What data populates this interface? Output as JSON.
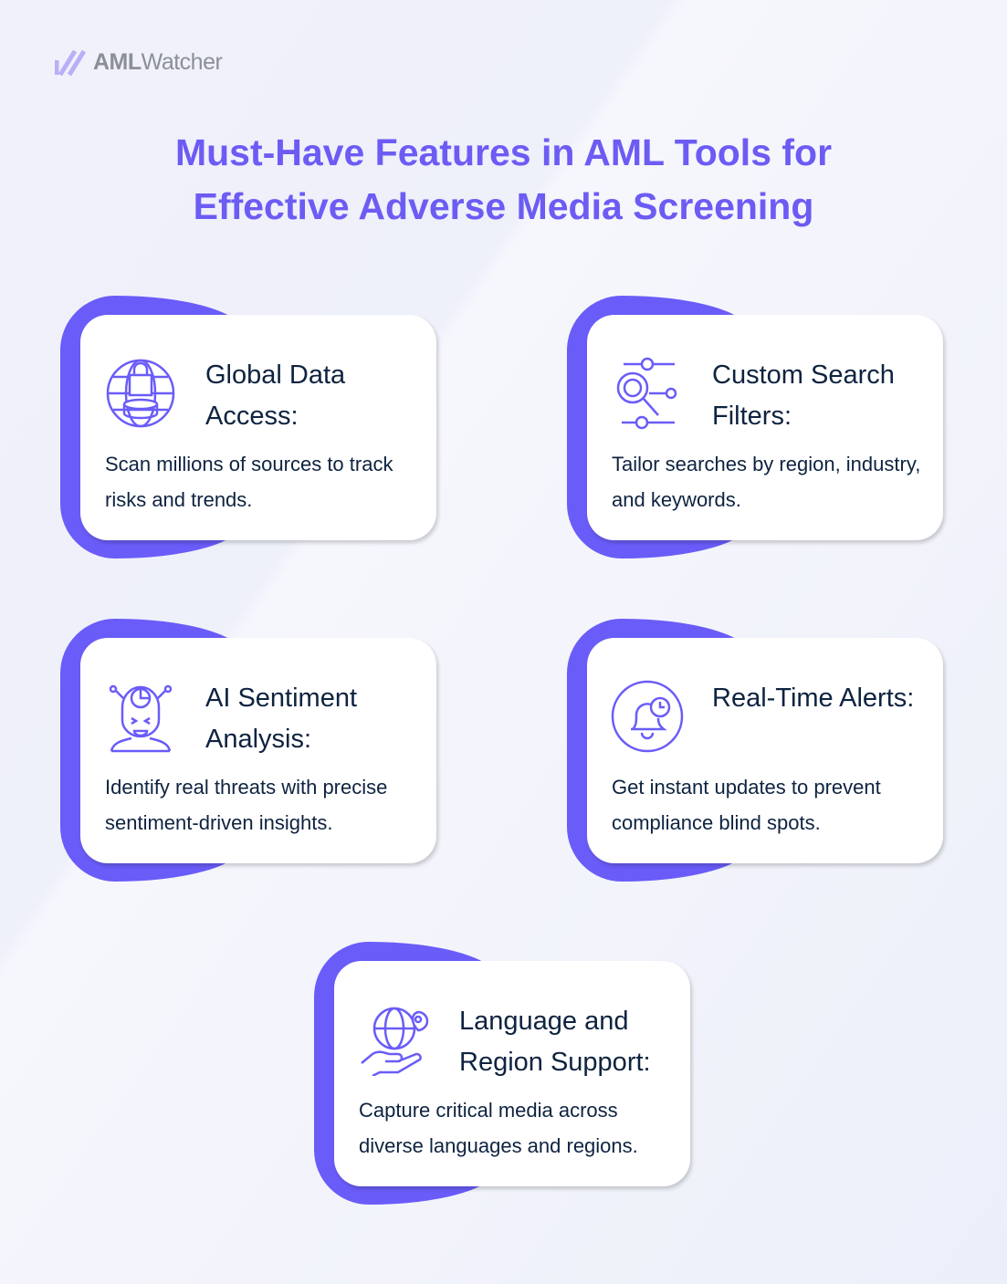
{
  "logo": {
    "brand_bold": "AML",
    "brand_light": "Watcher"
  },
  "title": {
    "line1": "Must-Have Features in AML Tools for",
    "line2": "Effective Adverse Media Screening"
  },
  "features": [
    {
      "heading": "Global Data Access:",
      "body": "Scan millions of sources to track risks and trends.",
      "icon": "globe-lock-icon"
    },
    {
      "heading": "Custom Search Filters:",
      "body": "Tailor searches by region, industry, and keywords.",
      "icon": "search-filter-icon"
    },
    {
      "heading": "AI Sentiment Analysis:",
      "body": "Identify real threats with precise sentiment-driven insights.",
      "icon": "ai-head-icon"
    },
    {
      "heading": "Real-Time Alerts:",
      "body": "Get instant updates to prevent compliance blind spots.",
      "icon": "bell-clock-icon"
    },
    {
      "heading": "Language and Region Support:",
      "body": "Capture critical media across diverse languages and regions.",
      "icon": "globe-hand-icon"
    }
  ],
  "colors": {
    "accent": "#6a5cf8",
    "text": "#0e2340",
    "title": "#6c5cf4"
  }
}
